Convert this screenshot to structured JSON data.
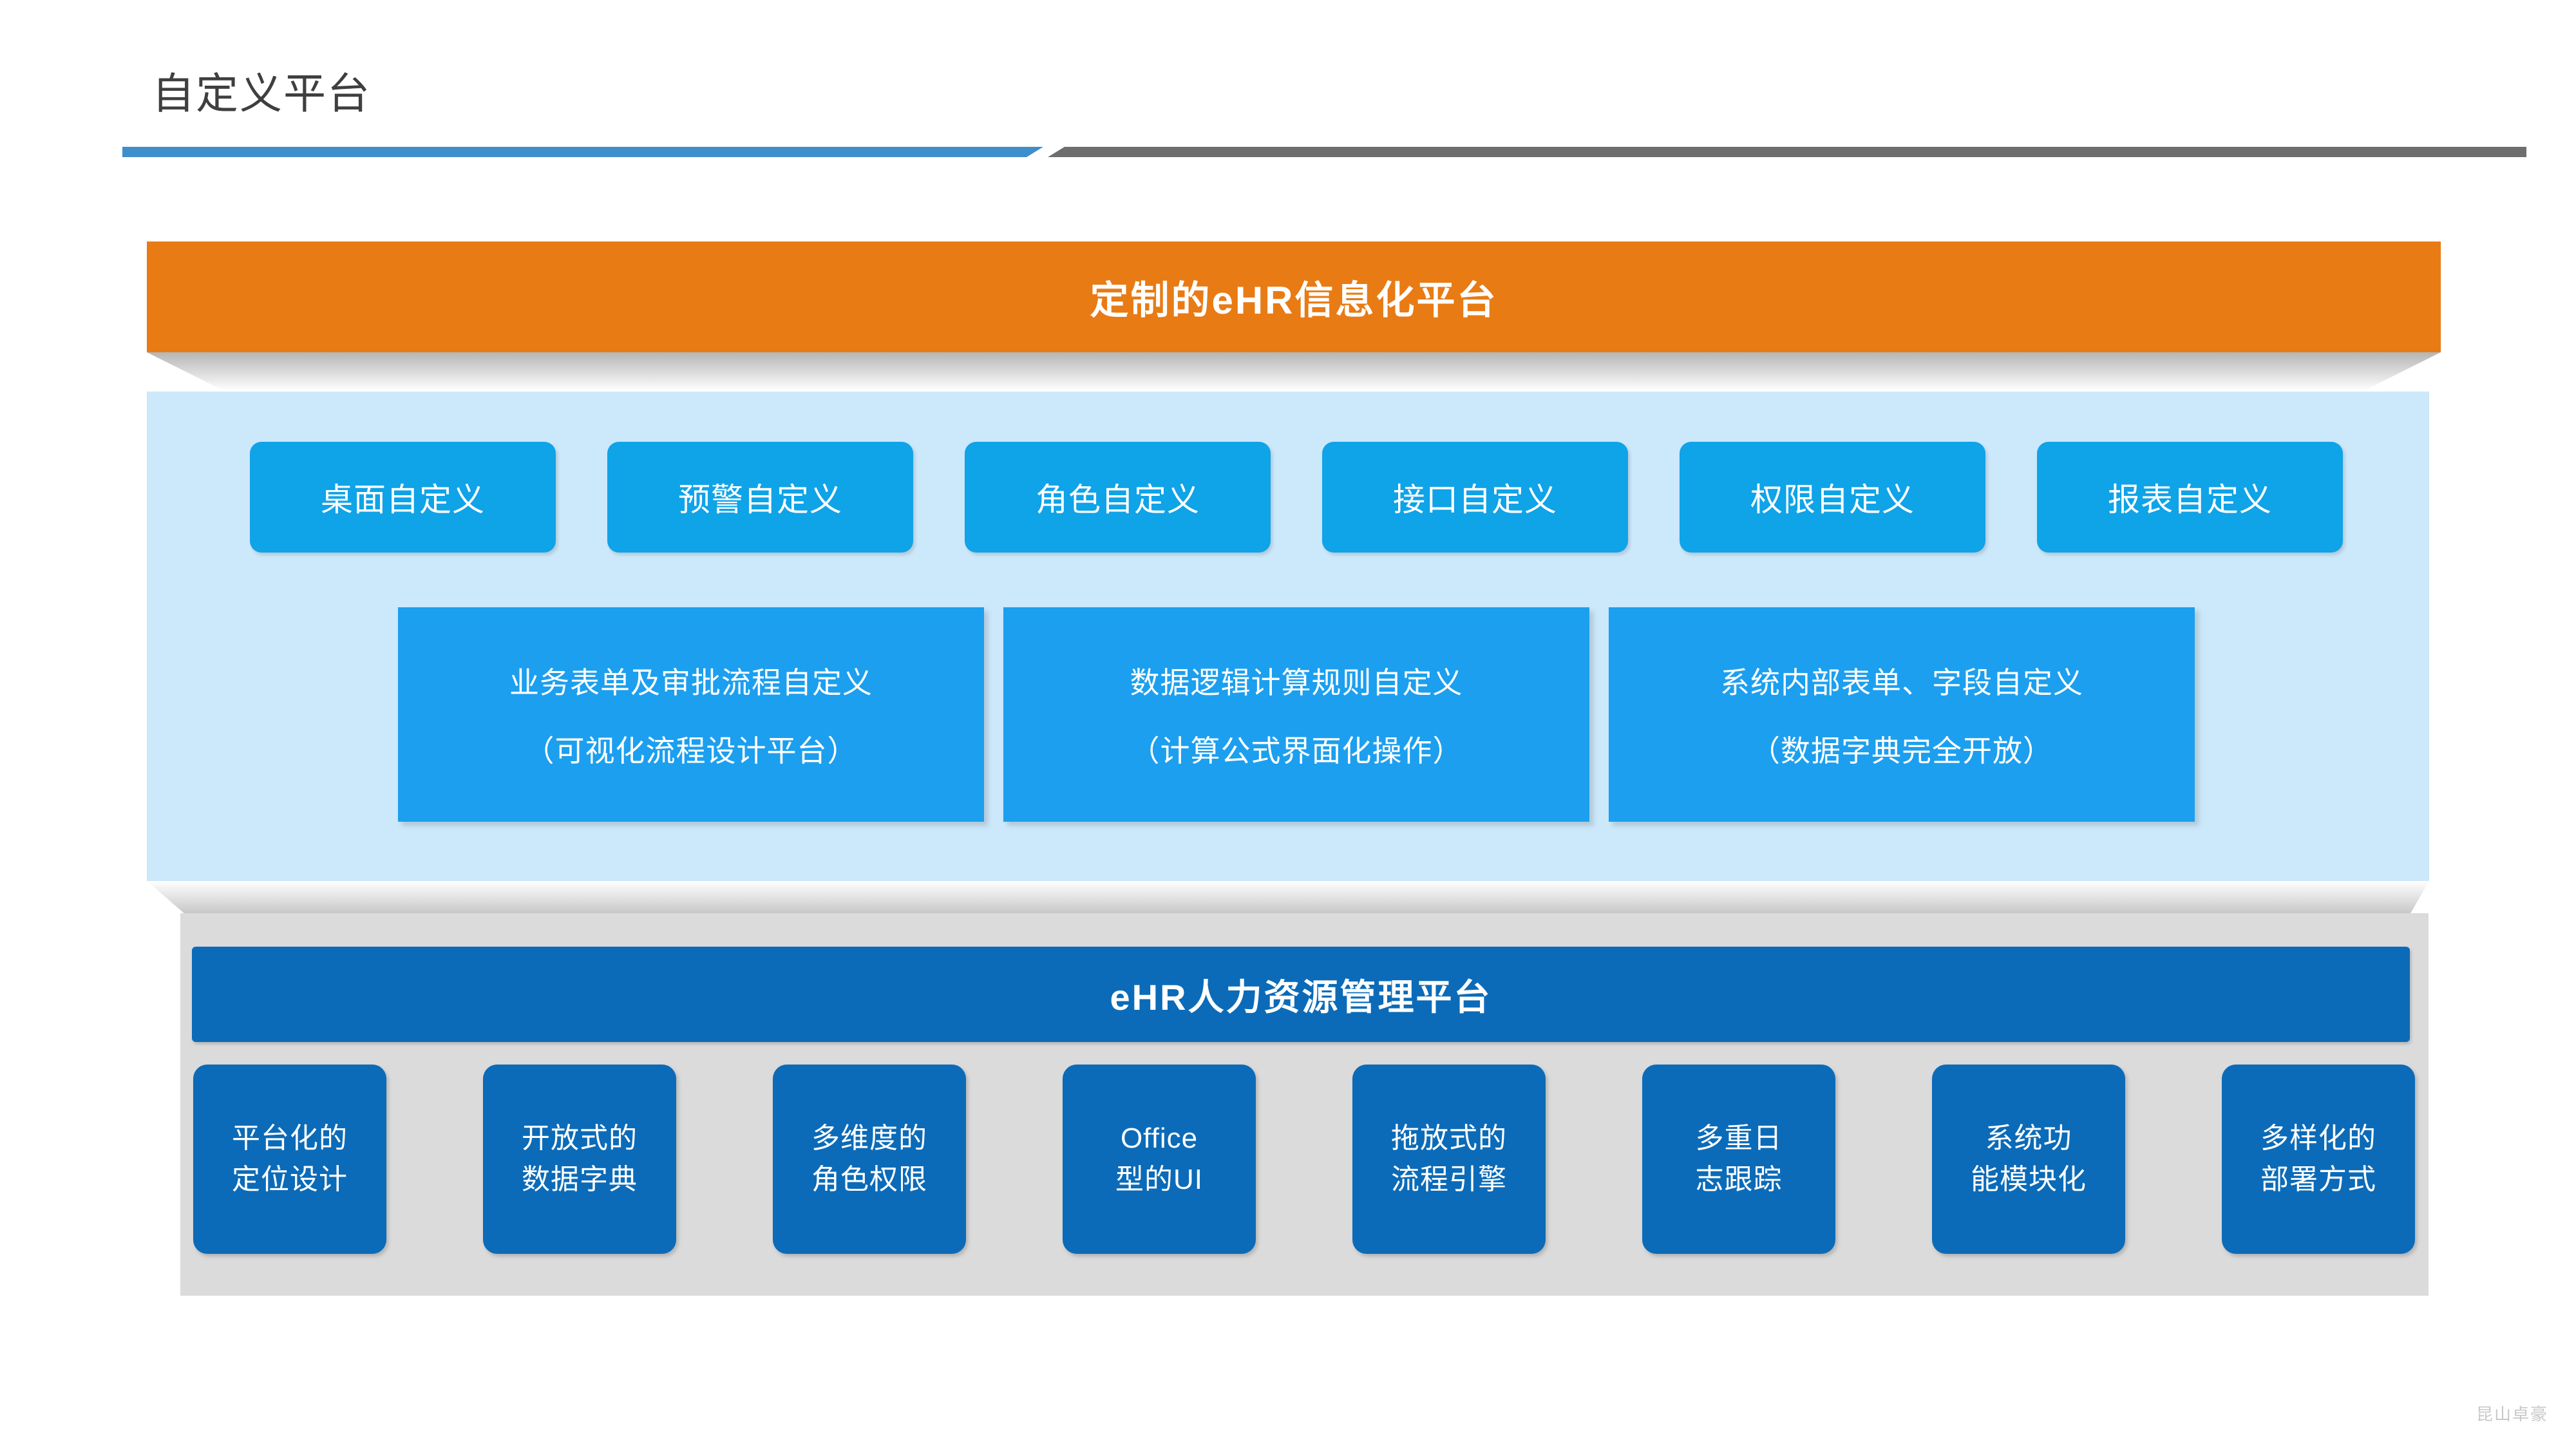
{
  "header": {
    "title": "自定义平台",
    "rule_blue_color": "#3f8ecc",
    "rule_gray_color": "#6e6e6e"
  },
  "orange_banner": {
    "label": "定制的eHR信息化平台",
    "bg_color": "#E87B14",
    "text_color": "#ffffff"
  },
  "customization_panel": {
    "bg_color": "#CCE8FB",
    "chip_color": "#0FA3E8",
    "feature_color": "#1C9FEF",
    "chips": [
      {
        "label": "桌面自定义"
      },
      {
        "label": "预警自定义"
      },
      {
        "label": "角色自定义"
      },
      {
        "label": "接口自定义"
      },
      {
        "label": "权限自定义"
      },
      {
        "label": "报表自定义"
      }
    ],
    "features": [
      {
        "line1": "业务表单及审批流程自定义",
        "line2": "（可视化流程设计平台）"
      },
      {
        "line1": "数据逻辑计算规则自定义",
        "line2": "（计算公式界面化操作）"
      },
      {
        "line1": "系统内部表单、字段自定义",
        "line2": "（数据字典完全开放）"
      }
    ]
  },
  "platform_panel": {
    "bg_color": "#DBDBDB",
    "banner_label": "eHR人力资源管理平台",
    "banner_color": "#0B6BB8",
    "pillar_color": "#0B6BB8",
    "pillars": [
      {
        "line1": "平台化的",
        "line2": "定位设计"
      },
      {
        "line1": "开放式的",
        "line2": "数据字典"
      },
      {
        "line1": "多维度的",
        "line2": "角色权限"
      },
      {
        "line1": "Office",
        "line2": "型的UI"
      },
      {
        "line1": "拖放式的",
        "line2": "流程引擎"
      },
      {
        "line1": "多重日",
        "line2": "志跟踪"
      },
      {
        "line1": "系统功",
        "line2": "能模块化"
      },
      {
        "line1": "多样化的",
        "line2": "部署方式"
      }
    ]
  },
  "watermark": {
    "text": "昆山卓豪"
  }
}
